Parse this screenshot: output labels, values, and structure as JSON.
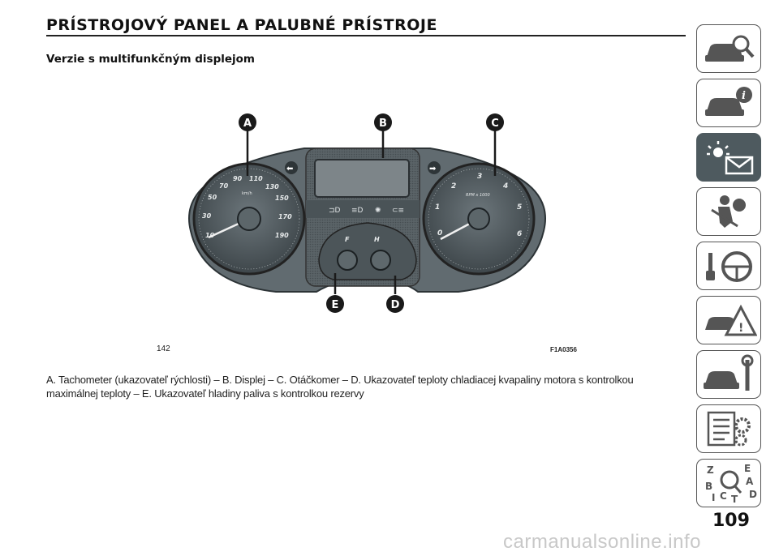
{
  "header": {
    "title": "PRÍSTROJOVÝ PANEL A PALUBNÉ PRÍSTROJE",
    "subtitle": "Verzie s multifunkčným displejom"
  },
  "figure": {
    "id": "142",
    "code": "F1A0356",
    "callouts": [
      "A",
      "B",
      "C",
      "D",
      "E"
    ],
    "speedo_ticks": [
      "10",
      "30",
      "50",
      "70",
      "90",
      "110",
      "130",
      "150",
      "170",
      "190"
    ],
    "speedo_unit": "km/h",
    "tacho_ticks": [
      "0",
      "1",
      "2",
      "3",
      "4",
      "5",
      "6"
    ],
    "tacho_unit": "RPM x 1000",
    "fuel_labels": {
      "full": "F"
    },
    "temp_labels": {
      "hot": "H"
    }
  },
  "caption": "A. Tachometer (ukazovateľ rýchlosti) – B. Displej – C. Otáčkomer – D. Ukazovateľ teploty chladiacej kvapaliny motora s kontrolkou maximálnej teploty – E. Ukazovateľ hladiny paliva s kontrolkou rezervy",
  "sidebar": {
    "tabs": [
      {
        "icon": "car-magnifier-icon"
      },
      {
        "icon": "car-info-icon"
      },
      {
        "icon": "warning-light-envelope-icon",
        "active": true
      },
      {
        "icon": "airbag-passenger-icon"
      },
      {
        "icon": "key-steering-wheel-icon"
      },
      {
        "icon": "car-warning-triangle-icon"
      },
      {
        "icon": "car-wrench-icon"
      },
      {
        "icon": "spec-list-gear-icon"
      },
      {
        "icon": "alphabet-index-icon"
      }
    ],
    "index_letters": [
      "Z",
      "E",
      "A",
      "B",
      "C",
      "D",
      "I",
      "T"
    ]
  },
  "page_number": "109",
  "watermark": "carmanualsonline.info",
  "colors": {
    "accent": "#4e5a5f",
    "panel": "#5a6469",
    "callout": "#1a1a1a"
  }
}
